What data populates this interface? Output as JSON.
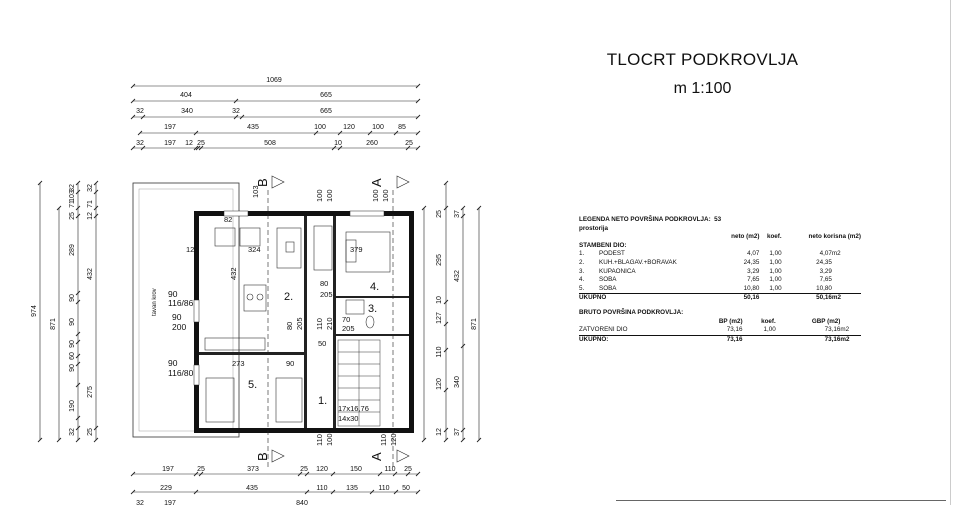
{
  "title": "TLOCRT PODKROVLJA",
  "scale": "m 1:100",
  "plan": {
    "top_dims": {
      "row1": [
        "1069"
      ],
      "row2": [
        "404",
        "665"
      ],
      "row3": [
        "32",
        "340",
        "32",
        "665"
      ],
      "row4": [
        "197",
        "435",
        "100",
        "120",
        "100",
        "85"
      ],
      "row5": [
        "32",
        "197",
        "12",
        "25",
        "508",
        "10",
        "260",
        "25"
      ]
    },
    "bottom_dims": {
      "row1": [
        "197",
        "25",
        "373",
        "25",
        "120",
        "150",
        "110",
        "25"
      ],
      "row2": [
        "229",
        "435",
        "110",
        "135",
        "110",
        "50"
      ],
      "row3": [
        "32",
        "197",
        "840"
      ]
    },
    "left_dims": {
      "outer": "974",
      "mid": "871",
      "col1": [
        "103",
        "71",
        "32",
        "25",
        "289",
        "432",
        "90",
        "90",
        "90",
        "60",
        "90",
        "275",
        "190",
        "32",
        "25"
      ],
      "col2": [
        "32",
        "71",
        "12"
      ]
    },
    "right_dims": {
      "outer": "871",
      "inner": [
        "37",
        "432",
        "295",
        "127",
        "10",
        "110",
        "120",
        "340",
        "37"
      ],
      "extra": [
        "12",
        "25"
      ]
    },
    "section_marks": [
      "B",
      "A",
      "B",
      "A"
    ],
    "rooms": [
      {
        "no": "1.",
        "label": "stair"
      },
      {
        "no": "2."
      },
      {
        "no": "3."
      },
      {
        "no": "4."
      },
      {
        "no": "5."
      }
    ],
    "inner_labels": [
      "324",
      "379",
      "432",
      "273",
      "80",
      "205",
      "90",
      "116/86",
      "90",
      "200",
      "90",
      "116/80",
      "80",
      "205",
      "110",
      "210",
      "70",
      "205",
      "90",
      "50",
      "17x16,76",
      "14x30",
      "100",
      "100",
      "100",
      "100",
      "103",
      "82",
      "12",
      "110",
      "100",
      "110",
      "120"
    ],
    "roof_label": "tavan krov"
  },
  "legend": {
    "heading": "LEGENDA NETO POVRŠINA PODKROVLJA:",
    "heading_value": "53",
    "sub": "prostorija",
    "cols": [
      "neto (m2)",
      "koef.",
      "neto korisna (m2)"
    ],
    "group": "STAMBENI DIO:",
    "rows": [
      {
        "no": "1.",
        "name": "PODEST",
        "neto": "4,07",
        "koef": "1,00",
        "korisna": "4,07",
        "unit": "m2"
      },
      {
        "no": "2.",
        "name": "KUH.+BLAGAV.+BORAVAK",
        "neto": "24,35",
        "koef": "1,00",
        "korisna": "24,35",
        "unit": ""
      },
      {
        "no": "3.",
        "name": "KUPAONICA",
        "neto": "3,29",
        "koef": "1,00",
        "korisna": "3,29",
        "unit": ""
      },
      {
        "no": "4.",
        "name": "SOBA",
        "neto": "7,65",
        "koef": "1,00",
        "korisna": "7,65",
        "unit": ""
      },
      {
        "no": "5.",
        "name": "SOBA",
        "neto": "10,80",
        "koef": "1,00",
        "korisna": "10,80",
        "unit": ""
      }
    ],
    "total": {
      "name": "UKUPNO",
      "neto": "50,16",
      "korisna": "50,16",
      "unit": "m2"
    },
    "bruto_heading": "BRUTO POVRŠINA PODKROVLJA:",
    "bruto_cols": [
      "BP (m2)",
      "koef.",
      "GBP (m2)"
    ],
    "bruto_rows": [
      {
        "name": "ZATVORENI DIO",
        "bp": "73,16",
        "koef": "1,00",
        "gbp": "73,16",
        "unit": "m2"
      }
    ],
    "bruto_total": {
      "name": "UKUPNO:",
      "bp": "73,16",
      "gbp": "73,16",
      "unit": "m2"
    }
  }
}
